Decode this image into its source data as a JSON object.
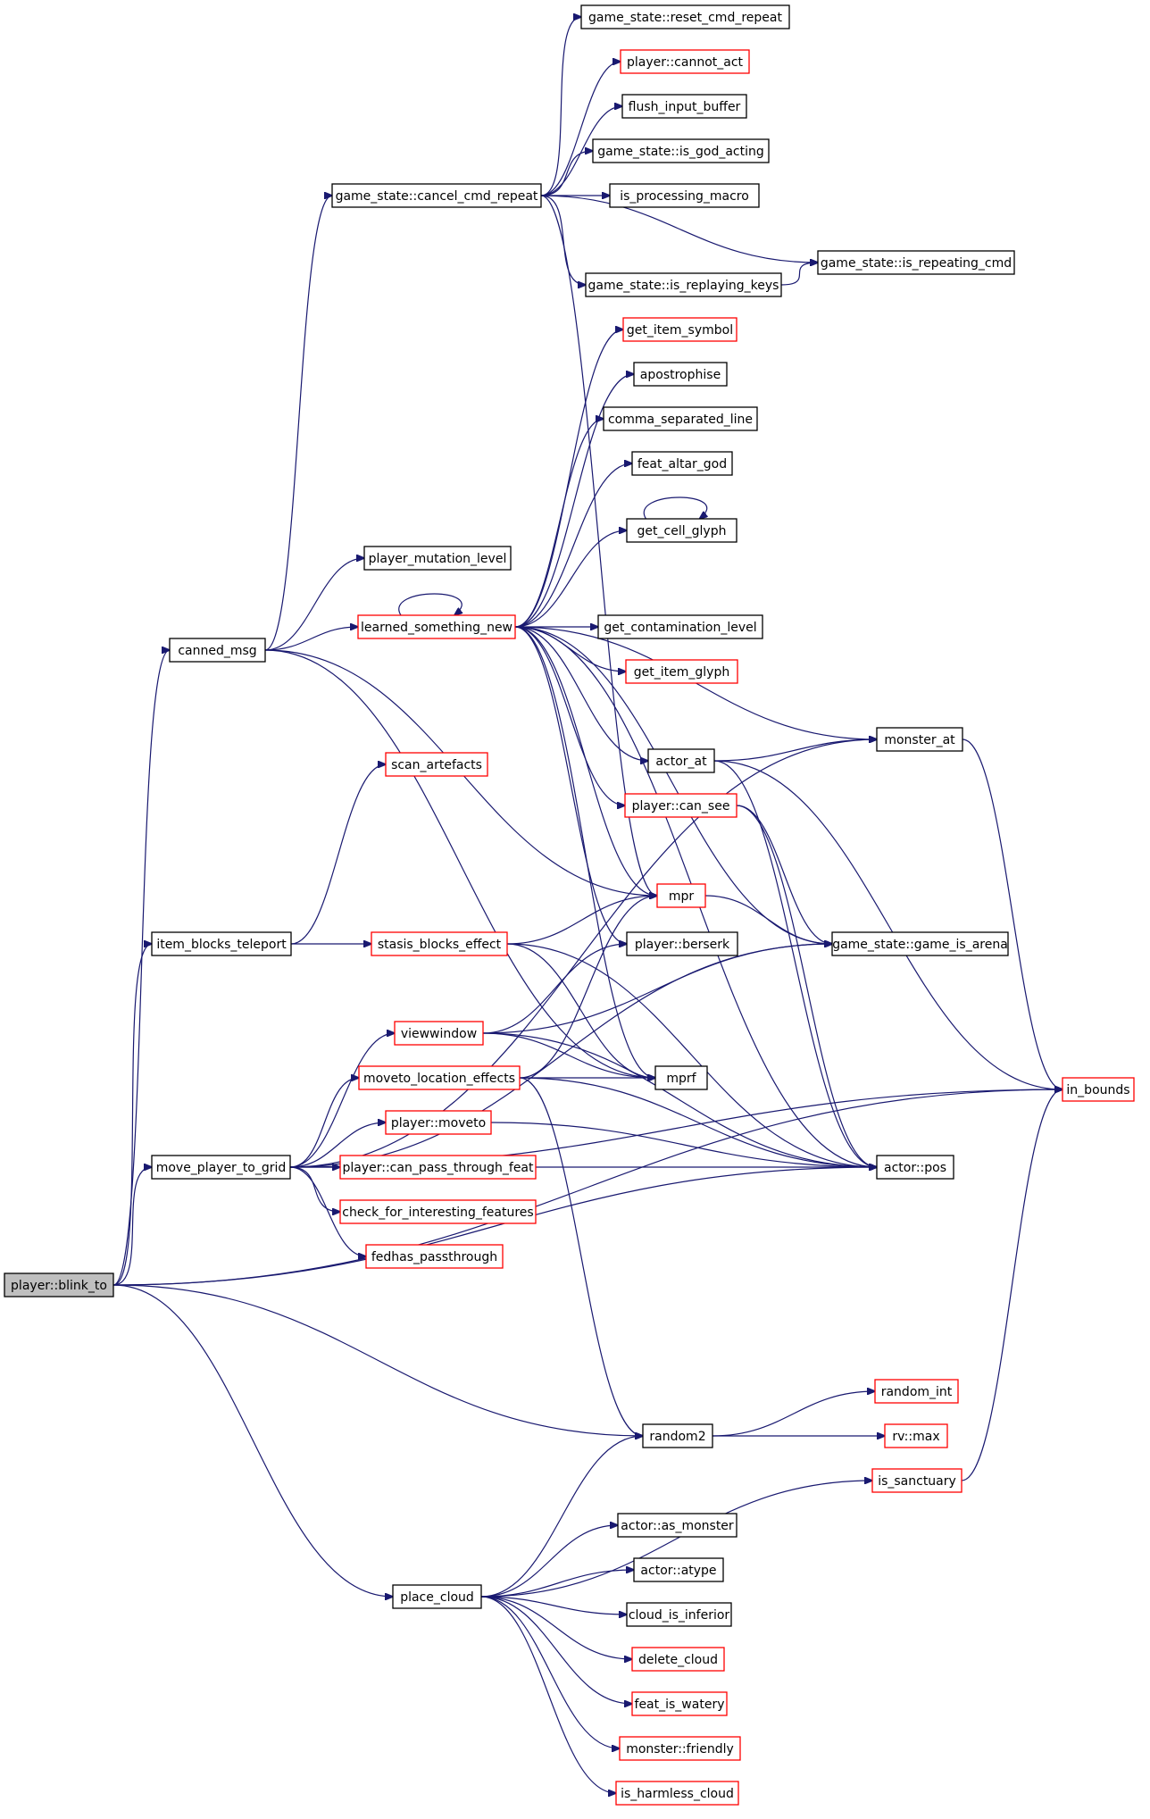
{
  "colors": {
    "edge": "#191970",
    "root_fill": "#bfbfbf",
    "normal_border": "#000000",
    "linked_border": "#ff0000",
    "node_fill": "#ffffff"
  },
  "nodes": [
    {
      "id": "blink_to",
      "label": "player::blink_to",
      "style": "root"
    },
    {
      "id": "canned_msg",
      "label": "canned_msg",
      "style": "normal"
    },
    {
      "id": "item_blocks_teleport",
      "label": "item_blocks_teleport",
      "style": "normal"
    },
    {
      "id": "move_player_to_grid",
      "label": "move_player_to_grid",
      "style": "normal"
    },
    {
      "id": "place_cloud",
      "label": "place_cloud",
      "style": "normal"
    },
    {
      "id": "cancel_cmd_repeat",
      "label": "game_state::cancel_cmd_repeat",
      "style": "normal"
    },
    {
      "id": "player_mutation_level",
      "label": "player_mutation_level",
      "style": "normal"
    },
    {
      "id": "learned_something_new",
      "label": "learned_something_new",
      "style": "linked"
    },
    {
      "id": "scan_artefacts",
      "label": "scan_artefacts",
      "style": "linked"
    },
    {
      "id": "stasis_blocks_effect",
      "label": "stasis_blocks_effect",
      "style": "linked"
    },
    {
      "id": "viewwindow",
      "label": "viewwindow",
      "style": "linked"
    },
    {
      "id": "moveto_location_effects",
      "label": "moveto_location_effects",
      "style": "linked"
    },
    {
      "id": "player_moveto",
      "label": "player::moveto",
      "style": "linked"
    },
    {
      "id": "can_pass_through_feat",
      "label": "player::can_pass_through_feat",
      "style": "linked"
    },
    {
      "id": "check_for_interesting_features",
      "label": "check_for_interesting_features",
      "style": "linked"
    },
    {
      "id": "fedhas_passthrough",
      "label": "fedhas_passthrough",
      "style": "linked"
    },
    {
      "id": "reset_cmd_repeat",
      "label": "game_state::reset_cmd_repeat",
      "style": "normal"
    },
    {
      "id": "cannot_act",
      "label": "player::cannot_act",
      "style": "linked"
    },
    {
      "id": "flush_input_buffer",
      "label": "flush_input_buffer",
      "style": "normal"
    },
    {
      "id": "is_god_acting",
      "label": "game_state::is_god_acting",
      "style": "normal"
    },
    {
      "id": "is_processing_macro",
      "label": "is_processing_macro",
      "style": "normal"
    },
    {
      "id": "is_replaying_keys",
      "label": "game_state::is_replaying_keys",
      "style": "normal"
    },
    {
      "id": "get_item_symbol",
      "label": "get_item_symbol",
      "style": "linked"
    },
    {
      "id": "apostrophise",
      "label": "apostrophise",
      "style": "normal"
    },
    {
      "id": "comma_separated_line",
      "label": "comma_separated_line",
      "style": "normal"
    },
    {
      "id": "feat_altar_god",
      "label": "feat_altar_god",
      "style": "normal"
    },
    {
      "id": "get_cell_glyph",
      "label": "get_cell_glyph",
      "style": "normal"
    },
    {
      "id": "get_contamination_level",
      "label": "get_contamination_level",
      "style": "normal"
    },
    {
      "id": "get_item_glyph",
      "label": "get_item_glyph",
      "style": "linked"
    },
    {
      "id": "actor_at",
      "label": "actor_at",
      "style": "normal"
    },
    {
      "id": "player_can_see",
      "label": "player::can_see",
      "style": "linked"
    },
    {
      "id": "mpr",
      "label": "mpr",
      "style": "linked"
    },
    {
      "id": "player_berserk",
      "label": "player::berserk",
      "style": "normal"
    },
    {
      "id": "mprf",
      "label": "mprf",
      "style": "normal"
    },
    {
      "id": "random2",
      "label": "random2",
      "style": "normal"
    },
    {
      "id": "actor_as_monster",
      "label": "actor::as_monster",
      "style": "normal"
    },
    {
      "id": "actor_atype",
      "label": "actor::atype",
      "style": "normal"
    },
    {
      "id": "cloud_is_inferior",
      "label": "cloud_is_inferior",
      "style": "normal"
    },
    {
      "id": "delete_cloud",
      "label": "delete_cloud",
      "style": "linked"
    },
    {
      "id": "feat_is_watery",
      "label": "feat_is_watery",
      "style": "linked"
    },
    {
      "id": "monster_friendly",
      "label": "monster::friendly",
      "style": "linked"
    },
    {
      "id": "is_harmless_cloud",
      "label": "is_harmless_cloud",
      "style": "linked"
    },
    {
      "id": "is_repeating_cmd",
      "label": "game_state::is_repeating_cmd",
      "style": "normal"
    },
    {
      "id": "monster_at",
      "label": "monster_at",
      "style": "normal"
    },
    {
      "id": "game_is_arena",
      "label": "game_state::game_is_arena",
      "style": "normal"
    },
    {
      "id": "actor_pos",
      "label": "actor::pos",
      "style": "normal"
    },
    {
      "id": "random_int",
      "label": "random_int",
      "style": "linked"
    },
    {
      "id": "rv_max",
      "label": "rv::max",
      "style": "linked"
    },
    {
      "id": "is_sanctuary",
      "label": "is_sanctuary",
      "style": "linked"
    },
    {
      "id": "in_bounds",
      "label": "in_bounds",
      "style": "linked"
    }
  ],
  "edges": [
    [
      "blink_to",
      "canned_msg"
    ],
    [
      "blink_to",
      "item_blocks_teleport"
    ],
    [
      "blink_to",
      "move_player_to_grid"
    ],
    [
      "blink_to",
      "place_cloud"
    ],
    [
      "blink_to",
      "random2"
    ],
    [
      "blink_to",
      "in_bounds"
    ],
    [
      "blink_to",
      "actor_pos"
    ],
    [
      "canned_msg",
      "cancel_cmd_repeat"
    ],
    [
      "canned_msg",
      "player_mutation_level"
    ],
    [
      "canned_msg",
      "learned_something_new"
    ],
    [
      "canned_msg",
      "mpr"
    ],
    [
      "canned_msg",
      "mprf"
    ],
    [
      "item_blocks_teleport",
      "scan_artefacts"
    ],
    [
      "item_blocks_teleport",
      "stasis_blocks_effect"
    ],
    [
      "move_player_to_grid",
      "viewwindow"
    ],
    [
      "move_player_to_grid",
      "moveto_location_effects"
    ],
    [
      "move_player_to_grid",
      "player_moveto"
    ],
    [
      "move_player_to_grid",
      "can_pass_through_feat"
    ],
    [
      "move_player_to_grid",
      "check_for_interesting_features"
    ],
    [
      "move_player_to_grid",
      "fedhas_passthrough"
    ],
    [
      "move_player_to_grid",
      "monster_at"
    ],
    [
      "move_player_to_grid",
      "game_is_arena"
    ],
    [
      "move_player_to_grid",
      "actor_pos"
    ],
    [
      "move_player_to_grid",
      "in_bounds"
    ],
    [
      "cancel_cmd_repeat",
      "reset_cmd_repeat"
    ],
    [
      "cancel_cmd_repeat",
      "cannot_act"
    ],
    [
      "cancel_cmd_repeat",
      "flush_input_buffer"
    ],
    [
      "cancel_cmd_repeat",
      "is_god_acting"
    ],
    [
      "cancel_cmd_repeat",
      "is_processing_macro"
    ],
    [
      "cancel_cmd_repeat",
      "is_replaying_keys"
    ],
    [
      "cancel_cmd_repeat",
      "is_repeating_cmd"
    ],
    [
      "cancel_cmd_repeat",
      "mpr"
    ],
    [
      "is_replaying_keys",
      "is_repeating_cmd"
    ],
    [
      "learned_something_new",
      "learned_something_new"
    ],
    [
      "learned_something_new",
      "get_item_symbol"
    ],
    [
      "learned_something_new",
      "apostrophise"
    ],
    [
      "learned_something_new",
      "comma_separated_line"
    ],
    [
      "learned_something_new",
      "feat_altar_god"
    ],
    [
      "learned_something_new",
      "get_cell_glyph"
    ],
    [
      "learned_something_new",
      "get_contamination_level"
    ],
    [
      "learned_something_new",
      "get_item_glyph"
    ],
    [
      "learned_something_new",
      "actor_at"
    ],
    [
      "learned_something_new",
      "player_can_see"
    ],
    [
      "learned_something_new",
      "mpr"
    ],
    [
      "learned_something_new",
      "player_berserk"
    ],
    [
      "learned_something_new",
      "mprf"
    ],
    [
      "learned_something_new",
      "monster_at"
    ],
    [
      "learned_something_new",
      "game_is_arena"
    ],
    [
      "learned_something_new",
      "actor_pos"
    ],
    [
      "get_cell_glyph",
      "get_cell_glyph"
    ],
    [
      "stasis_blocks_effect",
      "mpr"
    ],
    [
      "stasis_blocks_effect",
      "mprf"
    ],
    [
      "stasis_blocks_effect",
      "actor_pos"
    ],
    [
      "viewwindow",
      "player_berserk"
    ],
    [
      "viewwindow",
      "mprf"
    ],
    [
      "viewwindow",
      "actor_pos"
    ],
    [
      "viewwindow",
      "game_is_arena"
    ],
    [
      "moveto_location_effects",
      "mpr"
    ],
    [
      "moveto_location_effects",
      "mprf"
    ],
    [
      "moveto_location_effects",
      "actor_pos"
    ],
    [
      "moveto_location_effects",
      "random2"
    ],
    [
      "player_moveto",
      "actor_pos"
    ],
    [
      "actor_at",
      "monster_at"
    ],
    [
      "actor_at",
      "actor_pos"
    ],
    [
      "actor_at",
      "in_bounds"
    ],
    [
      "player_can_see",
      "actor_pos"
    ],
    [
      "player_can_see",
      "game_is_arena"
    ],
    [
      "mpr",
      "game_is_arena"
    ],
    [
      "monster_at",
      "in_bounds"
    ],
    [
      "random2",
      "random_int"
    ],
    [
      "random2",
      "rv_max"
    ],
    [
      "place_cloud",
      "random2"
    ],
    [
      "place_cloud",
      "is_sanctuary"
    ],
    [
      "place_cloud",
      "actor_as_monster"
    ],
    [
      "place_cloud",
      "actor_atype"
    ],
    [
      "place_cloud",
      "cloud_is_inferior"
    ],
    [
      "place_cloud",
      "delete_cloud"
    ],
    [
      "place_cloud",
      "feat_is_watery"
    ],
    [
      "place_cloud",
      "monster_friendly"
    ],
    [
      "place_cloud",
      "is_harmless_cloud"
    ],
    [
      "is_sanctuary",
      "in_bounds"
    ]
  ]
}
